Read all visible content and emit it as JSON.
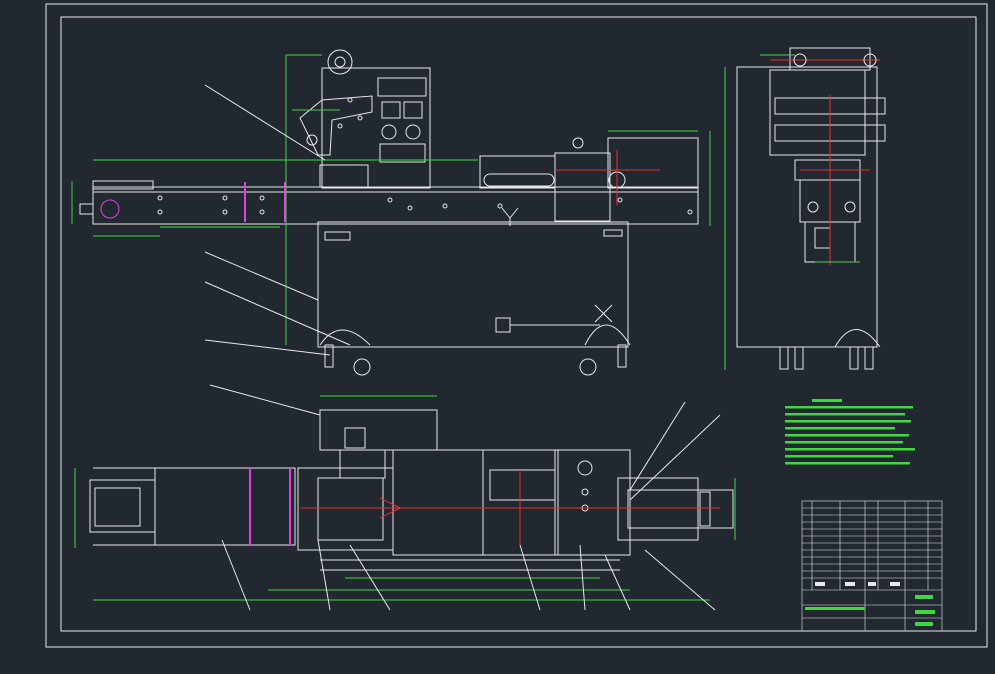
{
  "palette": {
    "background": "#212830",
    "outline": "#e8e8e8",
    "dimension": "#3fd83f",
    "centerline": "#e83030",
    "highlight": "#e040e0"
  },
  "views": [
    "front-elevation",
    "side-elevation",
    "plan-view"
  ],
  "notes": {
    "heading": "",
    "lines": []
  },
  "title_block": {
    "rows": 14,
    "cols": 6,
    "drawing_title": "",
    "drawing_number": ""
  }
}
